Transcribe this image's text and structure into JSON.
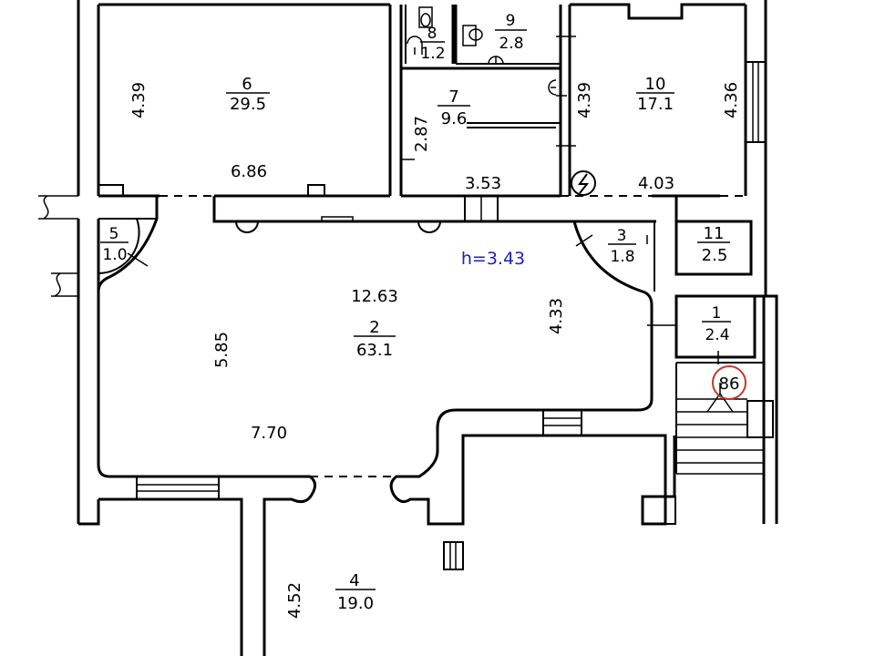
{
  "plan": {
    "ceiling_height": "h=3.43",
    "unit_marker": "86",
    "rooms": [
      {
        "number": "1",
        "area": "2.4"
      },
      {
        "number": "2",
        "area": "63.1"
      },
      {
        "number": "3",
        "area": "1.8"
      },
      {
        "number": "4",
        "area": "19.0"
      },
      {
        "number": "5",
        "area": "1.0"
      },
      {
        "number": "6",
        "area": "29.5"
      },
      {
        "number": "7",
        "area": "9.6"
      },
      {
        "number": "8",
        "area": "1.2"
      },
      {
        "number": "9",
        "area": "2.8"
      },
      {
        "number": "10",
        "area": "17.1"
      },
      {
        "number": "11",
        "area": "2.5"
      }
    ],
    "dimensions": {
      "room6_height": "4.39",
      "room6_width": "6.86",
      "room7_height": "2.87",
      "corridor_width": "3.53",
      "room10_left": "4.39",
      "room10_right": "4.36",
      "room10_width": "4.03",
      "room2_width": "12.63",
      "room2_height": "5.85",
      "room2_right": "4.33",
      "room2_bottom": "7.70",
      "room4_height": "4.52"
    },
    "icons": [
      "toilet-icon",
      "sink-icon",
      "electric-panel-icon",
      "staircase-icon"
    ]
  }
}
